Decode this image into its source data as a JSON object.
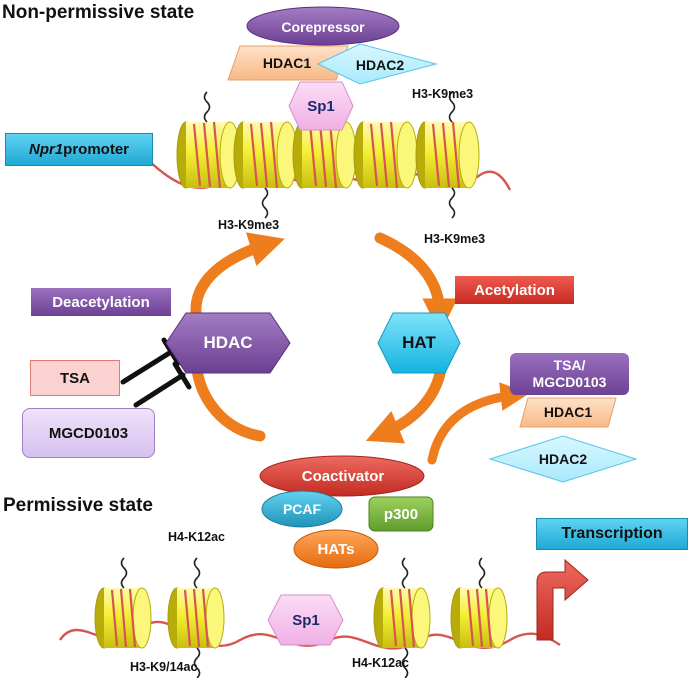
{
  "states": {
    "top": "Non-permissive state",
    "bottom": "Permissive state"
  },
  "promoter": {
    "italic": "Npr1",
    "rest": " promoter"
  },
  "proteins": {
    "corepressor": "Corepressor",
    "hdac1": "HDAC1",
    "hdac2": "HDAC2",
    "sp1_top": "Sp1",
    "sp1_bottom": "Sp1",
    "coactivator": "Coactivator",
    "pcaf": "PCAF",
    "p300": "p300",
    "hats": "HATs",
    "hdac_center": "HDAC",
    "hat_center": "HAT",
    "right_hdac1": "HDAC1",
    "right_hdac2": "HDAC2"
  },
  "processes": {
    "deacetylation": "Deacetylation",
    "acetylation": "Acetylation",
    "transcription": "Transcription"
  },
  "inhibitors": {
    "tsa": "TSA",
    "mgcd": "MGCD0103",
    "combined_line1": "TSA/",
    "combined_line2": "MGCD0103"
  },
  "marks": {
    "top_right_upper": "H3-K9me3",
    "top_below_left": "H3-K9me3",
    "top_below_right": "H3-K9me3",
    "bottom_upper": "H4-K12ac",
    "bottom_lower_left": "H3-K9/14ac",
    "bottom_lower_right": "H4-K12ac"
  },
  "colors": {
    "purple": "#7d4fa1",
    "hdac_peach": "#fbc9a0",
    "hat_cyan": "#22c3ea",
    "pink": "#f6c6ee",
    "red": "#dd3c31",
    "teal": "#2aa6c6",
    "green": "#7ab843",
    "orange": "#ee7d1e",
    "nucleosome": "#f4f03e",
    "dna": "#d6554f"
  }
}
